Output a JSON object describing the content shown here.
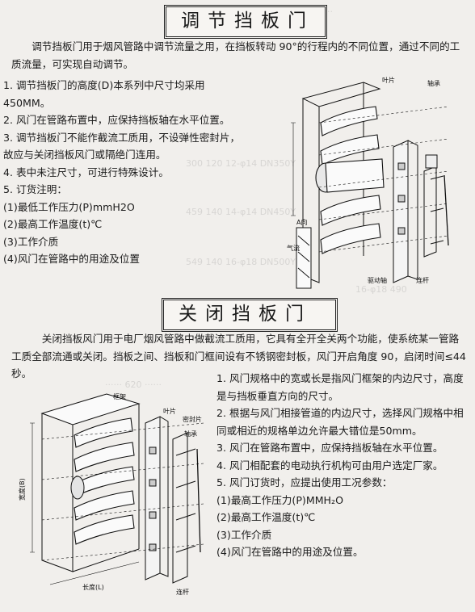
{
  "section1": {
    "title": "调节挡板门",
    "intro": "调节挡板门用于烟风管路中调节流量之用，在挡板转动 90°的行程内的不同位置，通过不同的工质流量，可实现自动调节。",
    "list": [
      "1. 调节挡板门的高度(D)本系列中尺寸均采用",
      "450MM。",
      "2. 风门在管路布置中，应保持挡板轴在水平位置。",
      "3. 调节挡板门不能作截流工质用，不设弹性密封片，",
      "故应与关闭挡板风门或隔绝门连用。",
      "4. 表中未注尺寸，可进行特殊设计。",
      "5. 订货注明：",
      "(1)最低工作压力(P)mmH2O",
      "(2)最高工作温度(t)℃",
      "(3)工作介质",
      "(4)风门在管路中的用途及位置"
    ],
    "figure_labels": {
      "leaf": "叶片",
      "bearing": "轴承",
      "drive": "驱动轴",
      "rod": "连杆",
      "flow": "气流",
      "direction": "A向"
    }
  },
  "section2": {
    "title": "关闭挡板门",
    "intro": "关闭挡板风门用于电厂烟风管路中做截流工质用，它具有全开全关两个功能，使系统某一管路工质全部流通或关闭。挡板之间、挡板和门框间设有不锈钢密封板，风门开启角度 90，启闭时间≤44 秒。",
    "list": [
      "1. 风门规格中的宽或长是指风门框架的内边尺寸，高度是与挡板垂直方向的尺寸。",
      "2. 根据与风门相接管道的内边尺寸，选择风门规格中相同或相近的规格单边允许最大错位是50mm。",
      "3. 风门在管路布置中，应保持挡板轴在水平位置。",
      "4. 风门相配套的电动执行机构可由用户选定厂家。",
      "5. 风门订货时，应提出使用工况参数：",
      "(1)最高工作压力(P)MMH₂O",
      "(2)最高工作温度(t)℃",
      "(3)工作介质",
      "(4)风门在管路中的用途及位置。"
    ],
    "figure_labels": {
      "frame": "框架",
      "leaf": "叶片",
      "seal": "密封片",
      "bearing": "轴承",
      "rod": "连杆",
      "width": "宽度(B)",
      "length": "长度(L)"
    }
  }
}
